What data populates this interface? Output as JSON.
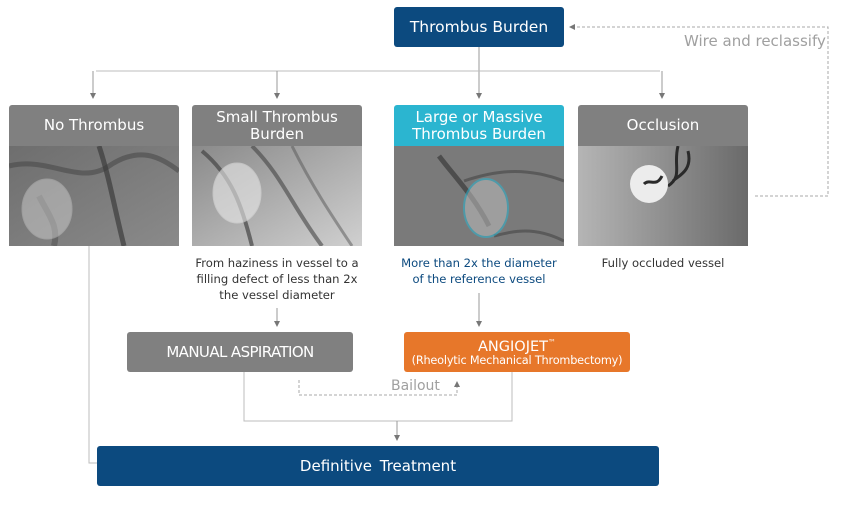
{
  "title": "Thrombus Burden",
  "feedback_label": "Wire and reclassify",
  "categories": [
    {
      "title": "No Thrombus",
      "description": "",
      "highlighted": false,
      "image": "angiogram-no-thrombus"
    },
    {
      "title": "Small Thrombus Burden",
      "description": "From haziness in vessel to a filling defect of less than 2x the vessel diameter",
      "highlighted": false,
      "image": "angiogram-small-thrombus"
    },
    {
      "title": "Large or Massive Thrombus Burden",
      "description": "More than 2x the diameter of the reference vessel",
      "highlighted": true,
      "image": "angiogram-large-thrombus"
    },
    {
      "title": "Occlusion",
      "description": "Fully occluded vessel",
      "highlighted": false,
      "image": "angiogram-occlusion"
    }
  ],
  "treatments": {
    "manual_aspiration": "MANUAL ASPIRATION",
    "angiojet_title": "ANGIOJET",
    "angiojet_tm": "™",
    "angiojet_subtitle": "(Rheolytic Mechanical Thrombectomy)",
    "bailout_label": "Bailout"
  },
  "final": "Definitive  Treatment",
  "colors": {
    "primary_blue": "#0c4a7f",
    "highlight_cyan": "#2bb5d0",
    "neutral_gray": "#808080",
    "angiojet_orange": "#e7772a",
    "connector_gray": "#a0a0a0"
  }
}
